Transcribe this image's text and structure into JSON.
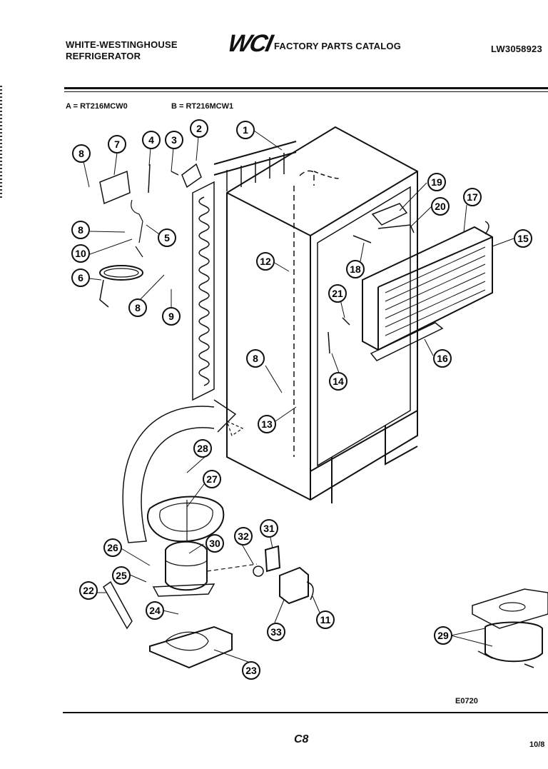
{
  "header": {
    "brand_line1": "WHITE-WESTINGHOUSE",
    "brand_line2": "REFRIGERATOR",
    "logo": "WCI",
    "catalog_title": "FACTORY PARTS CATALOG",
    "doc_number": "LW3058923"
  },
  "models": {
    "a": "A = RT216MCW0",
    "b": "B = RT216MCW1"
  },
  "callouts": [
    "1",
    "2",
    "3",
    "4",
    "5",
    "6",
    "7",
    "8",
    "8",
    "8",
    "8",
    "9",
    "10",
    "11",
    "12",
    "13",
    "14",
    "15",
    "16",
    "17",
    "18",
    "19",
    "20",
    "21",
    "22",
    "23",
    "24",
    "25",
    "26",
    "27",
    "28",
    "29",
    "30",
    "31",
    "32",
    "33"
  ],
  "footer": {
    "diagram_code": "E0720",
    "page_code": "C8",
    "date_code": "10/8"
  }
}
